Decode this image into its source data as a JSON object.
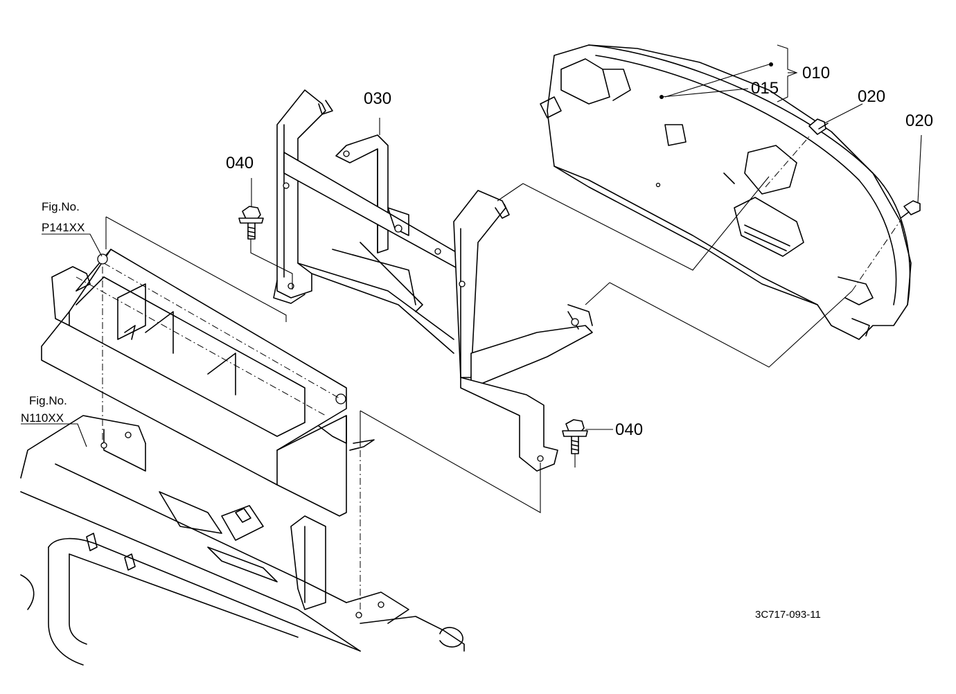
{
  "part_labels": {
    "p010": "010",
    "p015": "015",
    "p020a": "020",
    "p020b": "020",
    "p030": "030",
    "p040a": "040",
    "p040b": "040"
  },
  "figure_refs": {
    "ref1": {
      "line1": "Fig.No.",
      "line2": "P141XX"
    },
    "ref2": {
      "line1": "Fig.No.",
      "line2": "N110XX"
    }
  },
  "drawing_code": "3C717-093-11"
}
